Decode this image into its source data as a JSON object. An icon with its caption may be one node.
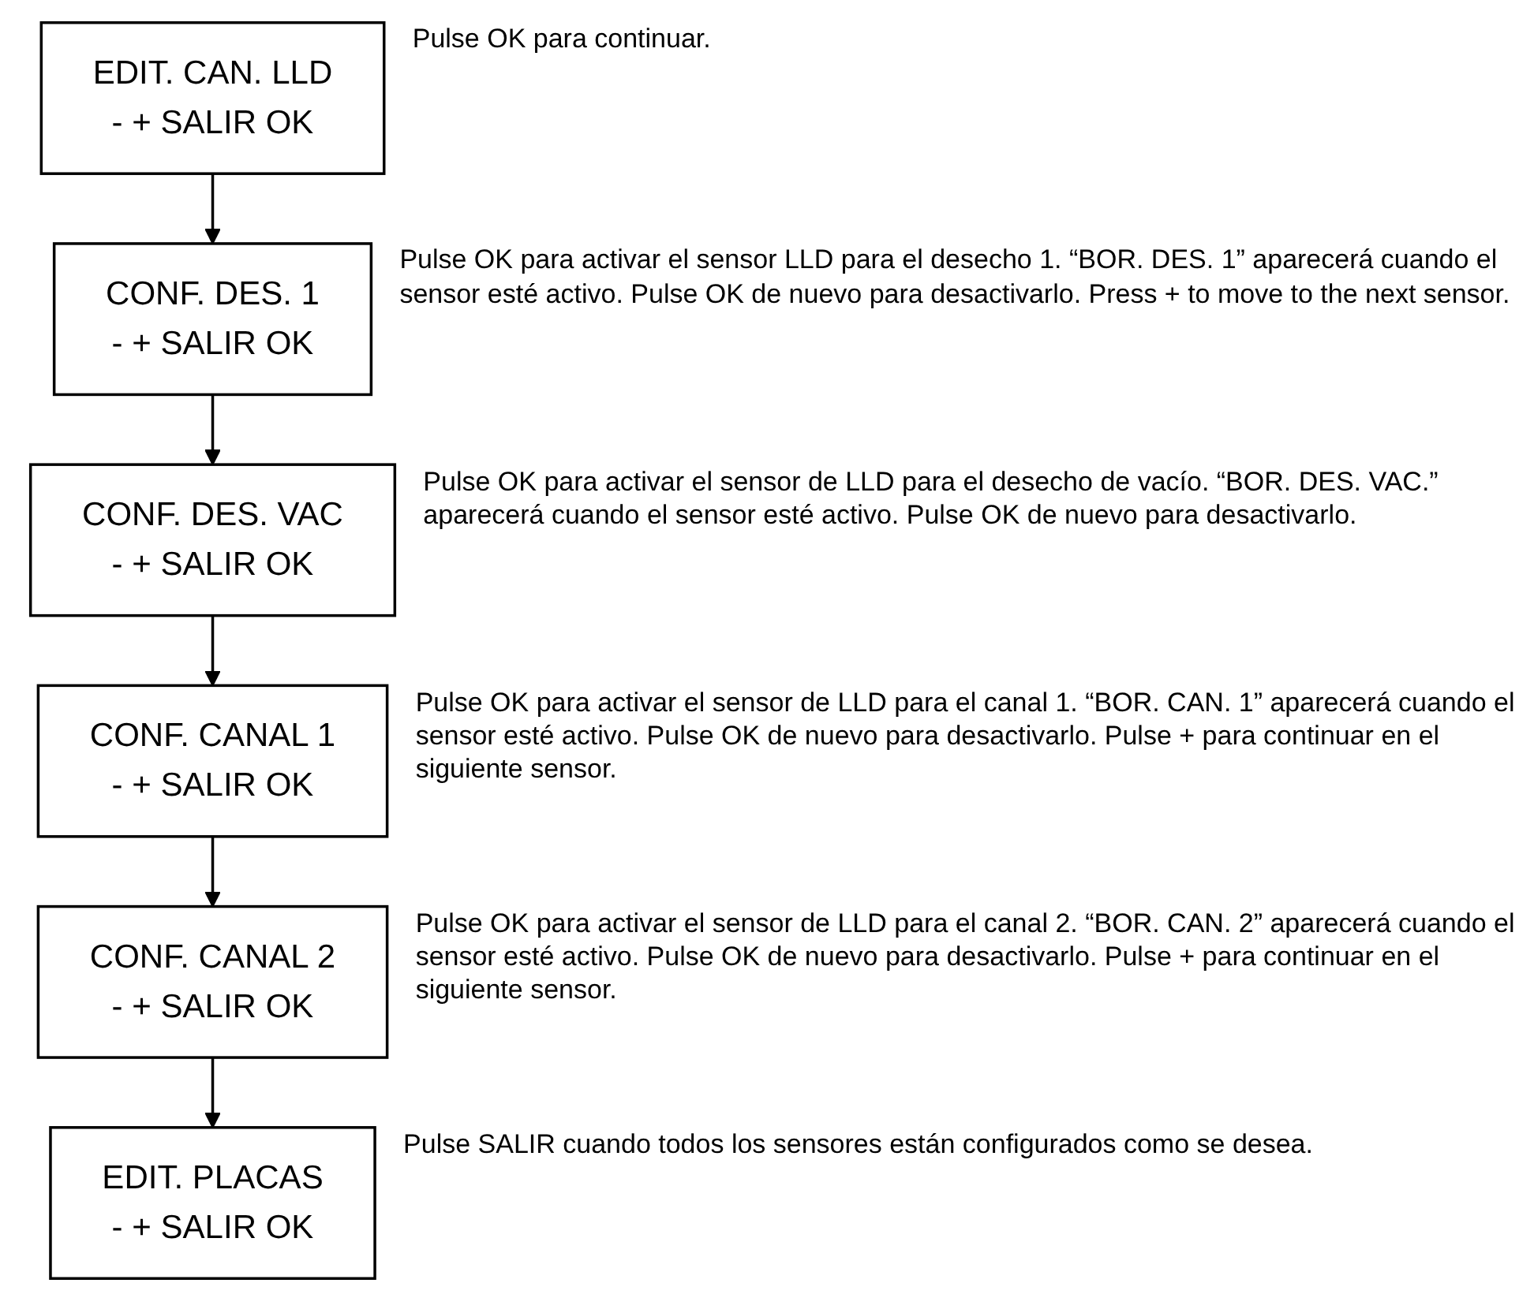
{
  "diagram": {
    "nodes": [
      {
        "text": [
          "EDIT. CAN. LLD",
          "- + SALIR OK"
        ],
        "beside": [
          "Pulse OK para continuar."
        ]
      },
      {
        "text": [
          "CONF. DES. 1",
          "- + SALIR OK"
        ],
        "beside": [
          "Pulse OK para activar el sensor LLD para el desecho 1. “BOR. DES. 1” aparecerá cuando el sensor esté activo. Pulse OK de nuevo para desactivarlo. Press + to move to the next sensor."
        ]
      },
      {
        "text": [
          "CONF. DES. VAC",
          "- + SALIR OK"
        ],
        "beside": [
          "Pulse OK para activar el sensor de LLD para el desecho de vacío. “BOR. DES. VAC.” aparecerá cuando el sensor esté activo. Pulse OK de nuevo para desactivarlo."
        ]
      },
      {
        "text": [
          "CONF. CANAL 1",
          "- + SALIR OK"
        ],
        "beside": [
          "Pulse OK para activar el sensor de LLD para el canal 1. “BOR. CAN. 1” aparecerá cuando el sensor esté activo. Pulse OK de nuevo para desactivarlo. Pulse + para continuar en el siguiente sensor."
        ]
      },
      {
        "text": [
          "CONF. CANAL 2",
          "- + SALIR OK"
        ],
        "beside": [
          "Pulse OK para activar el sensor de LLD para el canal 2. “BOR. CAN. 2” aparecerá cuando el sensor esté activo. Pulse OK de nuevo para desactivarlo. Pulse + para continuar en el siguiente sensor."
        ]
      },
      {
        "text": [
          "EDIT. PLACAS",
          "- + SALIR OK"
        ],
        "beside": [
          "Pulse SALIR cuando todos los sensores están configurados como se desea."
        ]
      }
    ],
    "edges": [
      {
        "from": 0,
        "to": 1,
        "arrow": "to"
      },
      {
        "from": 1,
        "to": 2,
        "arrow": "to"
      },
      {
        "from": 2,
        "to": 3,
        "arrow": "to"
      },
      {
        "from": 3,
        "to": 4,
        "arrow": "to"
      },
      {
        "from": 4,
        "to": 5,
        "arrow": "to"
      }
    ]
  }
}
